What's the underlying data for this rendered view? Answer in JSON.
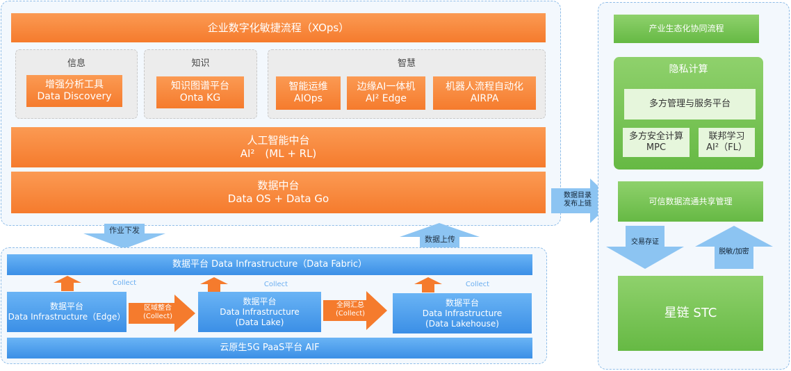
{
  "colors": {
    "orange": "#f57b2d",
    "blue": "#3b8fe6",
    "green": "#66b944",
    "light_blue_arrow": "#8cc4f2",
    "panel_border": "#8fbde8"
  },
  "left_top": {
    "header": "企业数字化敏捷流程（XOps）",
    "groups": [
      {
        "title": "信息",
        "items": [
          {
            "line1": "增强分析工具",
            "line2": "Data Discovery"
          }
        ]
      },
      {
        "title": "知识",
        "items": [
          {
            "line1": "知识图谱平台",
            "line2": "Onta KG"
          }
        ]
      },
      {
        "title": "智慧",
        "items": [
          {
            "line1": "智能运维",
            "line2": "AIOps"
          },
          {
            "line1": "边缘AI一体机",
            "line2": "AI² Edge"
          },
          {
            "line1": "机器人流程自动化",
            "line2": "AIRPA"
          }
        ]
      }
    ],
    "ai_platform": {
      "line1": "人工智能中台",
      "line2": "AI²　(ML + RL)"
    },
    "data_platform": {
      "line1": "数据中台",
      "line2": "Data OS + Data Go"
    }
  },
  "middle_arrows": {
    "down": "作业下发",
    "up": "数据上传",
    "right_line1": "数据目录",
    "right_line2": "发布上链"
  },
  "left_bottom": {
    "top_bar": "数据平台 Data Infrastructure（Data  Fabric）",
    "up_arrow_labels": [
      "Collect",
      "Collect",
      "Collect"
    ],
    "nodes": [
      {
        "line1": "数据平台",
        "line2": "Data Infrastructure（Edge）",
        "line3": ""
      },
      {
        "line1": "数据平台",
        "line2": "Data Infrastructure",
        "line3": "(Data Lake)"
      },
      {
        "line1": "数据平台",
        "line2": "Data Infrastructure",
        "line3": "(Data Lakehouse)"
      }
    ],
    "links": [
      {
        "line1": "区域整合",
        "line2": "(Collect)"
      },
      {
        "line1": "全网汇总",
        "line2": "(Collect)"
      }
    ],
    "bottom_bar": "云原生5G PaaS平台 AIF"
  },
  "right": {
    "header": "产业生态化协同流程",
    "privacy": {
      "title": "隐私计算",
      "service": "多方管理与服务平台",
      "mpc_line1": "多方安全计算",
      "mpc_line2": "MPC",
      "fl_line1": "联邦学习",
      "fl_line2": "AI²（FL）"
    },
    "trusted": "可信数据流通共享管理",
    "down_label": "交易存证",
    "up_label": "脱敏/加密",
    "stc": "星链 STC"
  }
}
